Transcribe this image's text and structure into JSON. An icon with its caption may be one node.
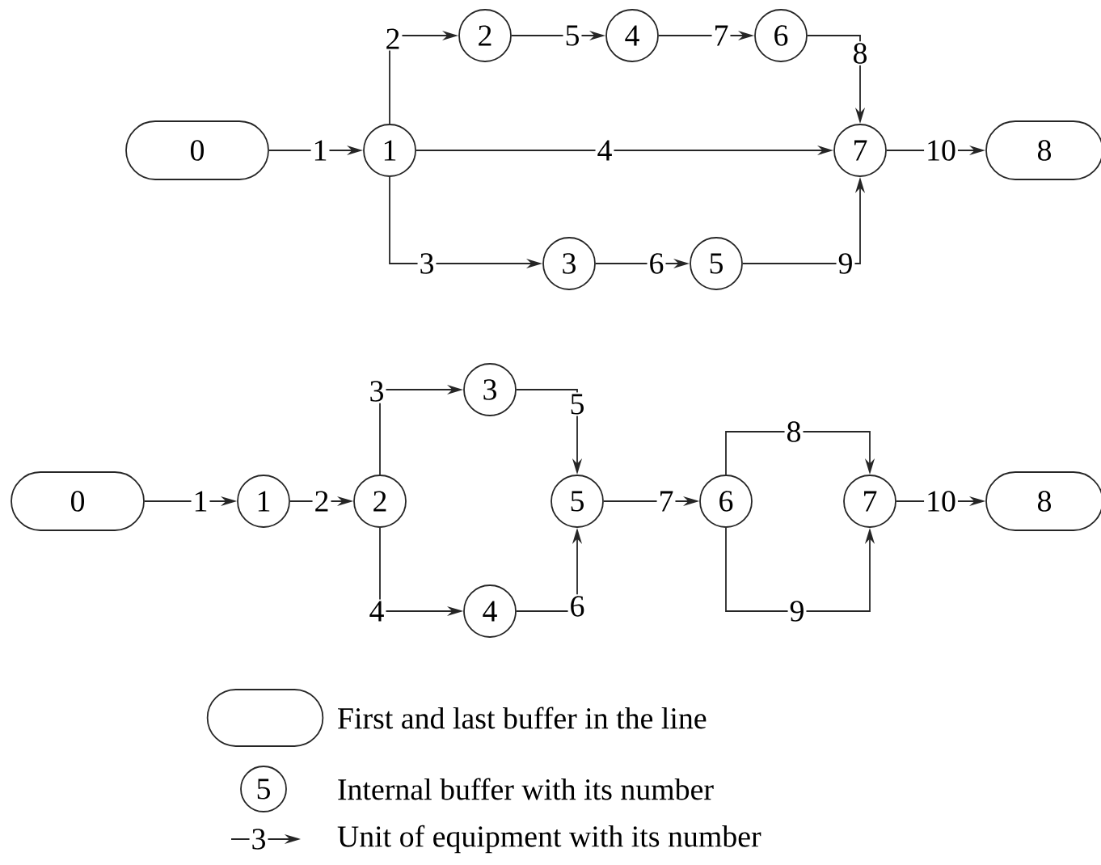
{
  "diagram": {
    "nodes": [
      {
        "text": [
          "0"
        ]
      },
      {
        "text": [
          "1"
        ]
      },
      {
        "text": [
          "2"
        ]
      },
      {
        "text": [
          "4"
        ]
      },
      {
        "text": [
          "6"
        ]
      },
      {
        "text": [
          "7"
        ]
      },
      {
        "text": [
          "8"
        ]
      },
      {
        "text": [
          "3"
        ]
      },
      {
        "text": [
          "5"
        ]
      },
      {
        "text": [
          "0"
        ]
      },
      {
        "text": [
          "1"
        ]
      },
      {
        "text": [
          "2"
        ]
      },
      {
        "text": [
          "3"
        ]
      },
      {
        "text": [
          "4"
        ]
      },
      {
        "text": [
          "5"
        ]
      },
      {
        "text": [
          "6"
        ]
      },
      {
        "text": [
          "7"
        ]
      },
      {
        "text": [
          "8"
        ]
      }
    ],
    "edges": [
      {
        "from": 0,
        "to": 1,
        "arrow": "to",
        "label": "1"
      },
      {
        "from": 1,
        "to": 2,
        "arrow": "to",
        "label": "2"
      },
      {
        "from": 2,
        "to": 3,
        "arrow": "to",
        "label": "5"
      },
      {
        "from": 3,
        "to": 4,
        "arrow": "to",
        "label": "7"
      },
      {
        "from": 4,
        "to": 5,
        "arrow": "to",
        "label": "8"
      },
      {
        "from": 1,
        "to": 5,
        "arrow": "to",
        "label": "4"
      },
      {
        "from": 1,
        "to": 7,
        "arrow": "to",
        "label": "3"
      },
      {
        "from": 7,
        "to": 8,
        "arrow": "to",
        "label": "6"
      },
      {
        "from": 8,
        "to": 5,
        "arrow": "to",
        "label": "9"
      },
      {
        "from": 5,
        "to": 6,
        "arrow": "to",
        "label": "10"
      },
      {
        "from": 9,
        "to": 10,
        "arrow": "to",
        "label": "1"
      },
      {
        "from": 10,
        "to": 11,
        "arrow": "to",
        "label": "2"
      },
      {
        "from": 11,
        "to": 12,
        "arrow": "to",
        "label": "3"
      },
      {
        "from": 11,
        "to": 13,
        "arrow": "to",
        "label": "4"
      },
      {
        "from": 12,
        "to": 14,
        "arrow": "to",
        "label": "5"
      },
      {
        "from": 13,
        "to": 14,
        "arrow": "to",
        "label": "6"
      },
      {
        "from": 14,
        "to": 15,
        "arrow": "to",
        "label": "7"
      },
      {
        "from": 15,
        "to": 16,
        "arrow": "to",
        "label": "8"
      },
      {
        "from": 15,
        "to": 16,
        "arrow": "to",
        "label": "9"
      },
      {
        "from": 16,
        "to": 17,
        "arrow": "to",
        "label": "10"
      }
    ],
    "labels": [
      "5",
      "3"
    ],
    "legend": [
      {
        "text": "First and last buffer in the line"
      },
      {
        "text": "Internal buffer with its number"
      },
      {
        "text": "Unit of equipment with its number"
      }
    ]
  }
}
